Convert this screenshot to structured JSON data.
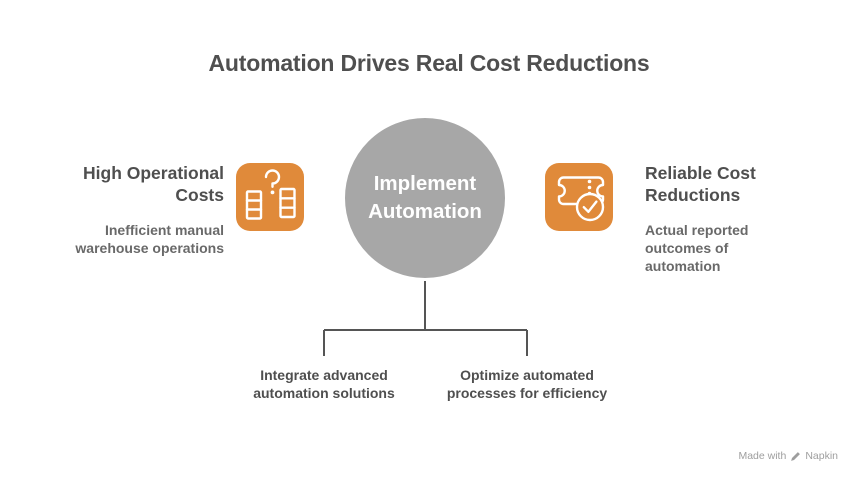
{
  "title": {
    "text": "Automation Drives Real Cost Reductions"
  },
  "center_node": {
    "label": "Implement Automation"
  },
  "left_item": {
    "heading": "High Operational Costs",
    "subtext": "Inefficient manual warehouse operations",
    "icon": "warehouse-shelves-question-icon"
  },
  "right_item": {
    "heading": "Reliable Cost Reductions",
    "subtext": "Actual reported outcomes of automation",
    "icon": "ticket-check-icon"
  },
  "branches": [
    {
      "label": "Integrate advanced automation solutions"
    },
    {
      "label": "Optimize automated processes for efficiency"
    }
  ],
  "watermark": {
    "prefix": "Made with",
    "brand": "Napkin",
    "icon": "pen-icon"
  },
  "colors": {
    "background": "#ffffff",
    "accent_orange": "#e08a3a",
    "node_gray": "#a7a7a7",
    "node_text": "#ffffff",
    "heading_text": "#4f4f4f",
    "subtext_gray": "#696969",
    "connector_line": "#555555",
    "watermark_gray": "#9e9e9e"
  }
}
